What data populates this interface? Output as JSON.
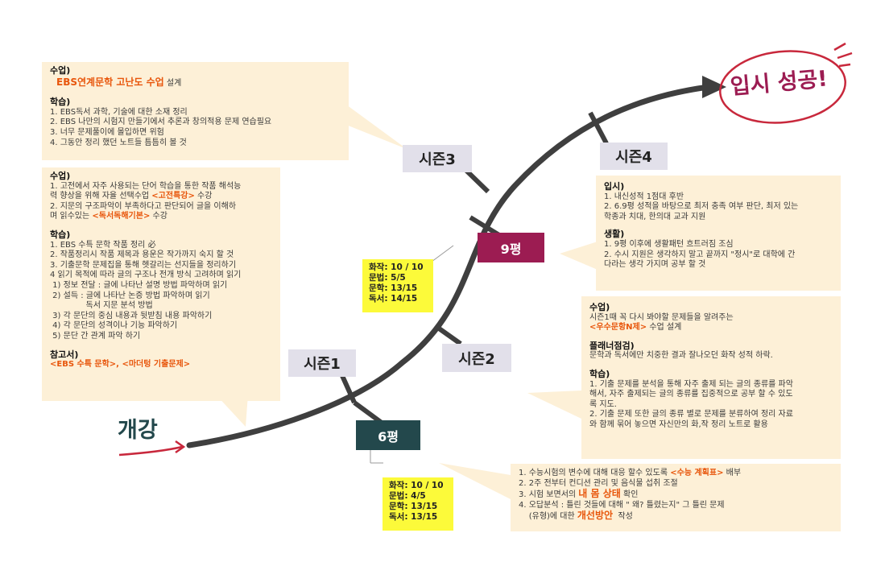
{
  "labels": {
    "start": "개강",
    "goal": "입시 성공!",
    "season1": "시즌1",
    "season2": "시즌2",
    "season3": "시즌3",
    "season4": "시즌4",
    "exam6": "6평",
    "exam9": "9평"
  },
  "scores_6": {
    "lines": [
      "화작: 10 / 10",
      "문법: 4/5",
      "문학: 13/15",
      "독서: 13/15"
    ]
  },
  "scores_9": {
    "lines": [
      "화작: 10 / 10",
      "문법: 5/5",
      "문학: 13/15",
      "독서: 14/15"
    ]
  },
  "box_s3": {
    "h1": "수업)",
    "class_hl": "EBS연계문학  고난도 수업",
    "class_tail": " 설계",
    "h2": "학습)",
    "items": [
      "1. EBS독서 과학, 기술에 대한 소재 정리",
      "2. EBS 나만의 시험지 만들기에서  추론과 창의적용 문제 연습필요",
      "3. 너무 문제풀이에 몰입하면 위험",
      "4. 그동안 정리 했던 노트들 틈틈히 볼 것"
    ]
  },
  "box_s1": {
    "h1": "수업)",
    "c1a": "1. 고전에서 자주 사용되는 단어 학습을 통한 작품 해석능",
    "c1b": "력 향상을 위해 자율 선택수업 ",
    "c1hl": "<고전특강>",
    "c1tail": "  수강",
    "c2a": "2. 지문의 구조파악이 부족하다고 판단되어 글을 이해하",
    "c2b": "며 읽수있는 ",
    "c2hl": "<독서독해기본>",
    "c2tail": "  수강",
    "h2": "학습)",
    "items": [
      "1. EBS 수특 문학 작품 정리 必",
      "2. 작품정리시 작품 제목과 용운은 작가까지 숙지 할 것",
      "3. 기출문학 문제집을 통해 헷갈리는 선지들을 정리하기",
      "4 읽기 목적에 따라 글의 구조나 전개 방식 고려하며 읽기",
      " 1) 정보 전달 : 글에 나타난 설명 방법 파악하며 읽기",
      " 2) 설득 : 글에 나타난 논증 방법 파악하며 읽기",
      "              독서 지문 분석 방법",
      " 3) 각 문단의 중심 내용과 뒷받침 내용 파악하기",
      " 4) 각 문단의 성격이나 기능 파악하기",
      " 5) 문단 간 관계 파악 하기"
    ],
    "h3": "참고서)",
    "ref": "<EBS 수특 문학>, <마더텅 기출문제>"
  },
  "box_s4": {
    "h1": "입시)",
    "a1": "1. 내신성적 1점대 후반",
    "a2a": "2. 6.9평 성적을 바탕으로 최저 충족 여부 판단, 최저 있는",
    "a2b": "학종과 치대, 한의대 교과 지원",
    "h2": "생활)",
    "b1": "1. 9평 이후에 생활패턴 흐트러짐 조심",
    "b2a": "2. 수시 지원은 생각하지 말고 끝까지 \"정시\"로 대학에 간",
    "b2b": "다라는 생각 가지며 공부 할 것"
  },
  "box_s2": {
    "h1": "수업)",
    "c1": "시즌1때 꼭 다시 봐야할 문제들을 알려주는",
    "chl": "<우수문항N제>",
    "ctail": "  수업 설계",
    "h2": "플래너점검)",
    "p1": "문학과 독서에만 치중한 결과 잘나오던 화작 성적 하락.",
    "h3": "학습)",
    "l1a": "1. 기출 문제를 분석을 통해 자주 출제 되는 글의 종류를 파악",
    "l1b": "해서, 자주 출제되는 글의 종류를 집중적으로 공부 할 수 있도",
    "l1c": "록 지도.",
    "l2a": "2. 기출 문제 또한 글의 종류 별로 문제를 분류하여  정리 자료",
    "l2b": "와 함께 묶어 놓으면 자신만의 화,작 정리 노트로 활용"
  },
  "box_6": {
    "l1a": "1. 수능시험의 변수에 대해 대응 할수 있도록 ",
    "l1hl": "<수능 계획표>",
    "l1tail": "  배부",
    "l2": "2. 2주 전부터 컨디션 관리 및 음식물 섭취 조절",
    "l3a": "3. 시험 보면서의 ",
    "l3hl": "내 몸 상태",
    "l3tail": "  확인",
    "l4": "4. 오답분석 : 틀린 것들에 대해  \" 왜? 틀렸는지\"  그 틀린 문제",
    "l5a": "    (유형)에 대한 ",
    "l5hl": "개선방안",
    "l5tail": "  작성"
  }
}
